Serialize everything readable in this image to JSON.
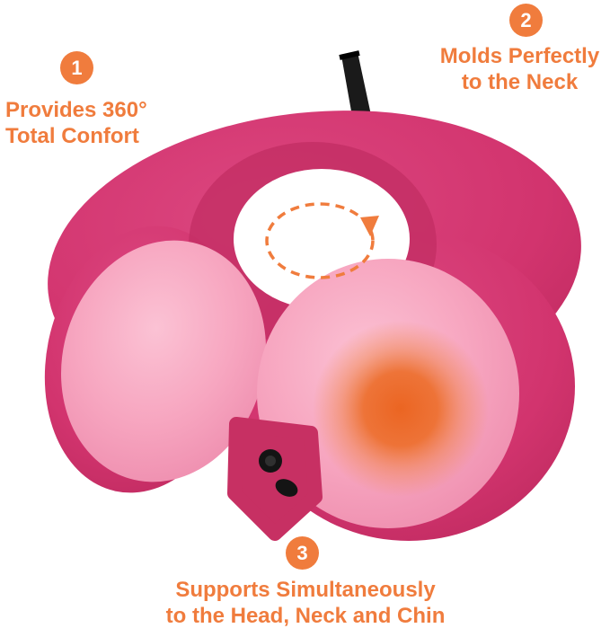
{
  "product": {
    "subject": "kids travel neck pillow infographic"
  },
  "callouts": {
    "one": {
      "number": "1",
      "lines": [
        "Provides 360°",
        "Total Confort"
      ]
    },
    "two": {
      "number": "2",
      "lines": [
        "Molds Perfectly",
        "to the Neck"
      ]
    },
    "three": {
      "number": "3",
      "lines": [
        "Supports Simultaneously",
        "to the Head, Neck and Chin"
      ]
    }
  },
  "icons": {
    "rotation_arrow": "circular-rotation-arrow",
    "snap_button": "snap-fastener-button",
    "strap": "hanging-strap"
  },
  "colors": {
    "accent": "#F07C3D",
    "background": "#FFFFFF",
    "pillow_dark": "#D2346E",
    "pillow_dark_deep": "#C22E63",
    "pillow_light": "#F6A3BE",
    "glow": "#EC6A27",
    "strap": "#1A1A1A"
  }
}
